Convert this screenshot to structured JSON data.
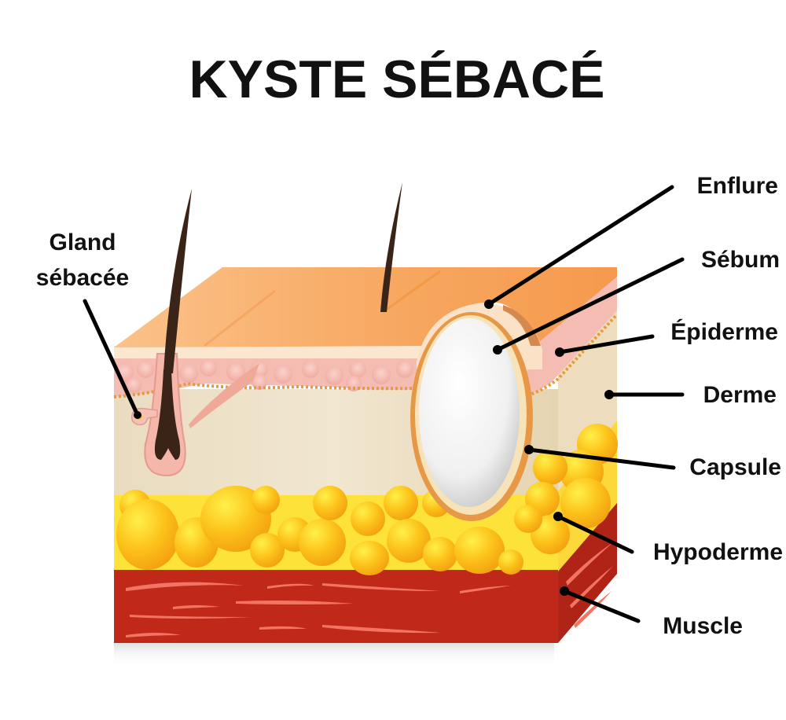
{
  "title": "KYSTE SÉBACÉ",
  "colors": {
    "stratum_top": "#f6a05a",
    "stratum_front": "#fbe6cf",
    "epidermis": "#f2b2aa",
    "dermis": "#ece0c6",
    "hypodermis": "#fcd019",
    "fat_globule": "#fbb31a",
    "muscle": "#c0281a",
    "muscle_fiber": "#f27564",
    "cyst": "#f4f4f4",
    "capsule": "#e08a3a",
    "hair": "#3a2418"
  },
  "labels": {
    "gland": {
      "line1": "Gland",
      "line2": "sébacée"
    },
    "swelling": "Enflure",
    "sebum": "Sébum",
    "epidermis": "Épiderme",
    "dermis": "Derme",
    "capsule": "Capsule",
    "hypodermis": "Hypoderme",
    "muscle": "Muscle"
  }
}
